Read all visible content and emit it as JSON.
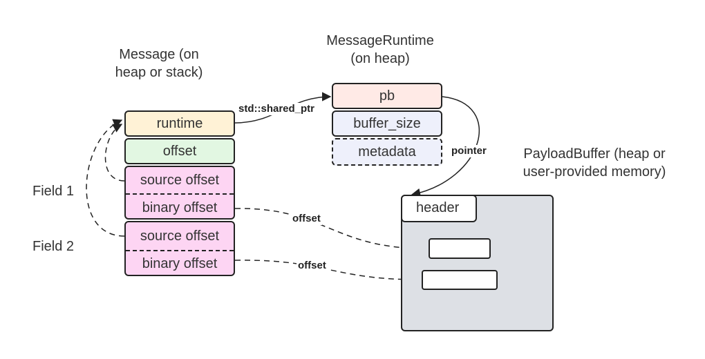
{
  "diagram": {
    "message_caption": [
      "Message (on",
      "heap or stack)"
    ],
    "runtime_caption": [
      "MessageRuntime",
      "(on heap)"
    ],
    "payload_caption": [
      "PayloadBuffer (heap or",
      "user-provided memory)"
    ],
    "field_labels": [
      "Field 1",
      "Field 2"
    ],
    "message_cells": {
      "runtime": "runtime",
      "offset": "offset",
      "field1_source": "source offset",
      "field1_binary": "binary offset",
      "field2_source": "source offset",
      "field2_binary": "binary offset"
    },
    "runtime_cells": {
      "pb": "pb",
      "buffer_size": "buffer_size",
      "metadata": "metadata"
    },
    "payload_header": "header",
    "edge_labels": {
      "shared_ptr": "std::shared_ptr",
      "pointer": "pointer",
      "offset1": "offset",
      "offset2": "offset"
    },
    "colors": {
      "runtime_fill": "#fff2d6",
      "offset_fill": "#e2f7e2",
      "field_fill": "#fdd5f3",
      "pb_fill": "#ffeae6",
      "meta_fill": "#eef0fb",
      "payload_fill": "#dde0e5"
    }
  }
}
